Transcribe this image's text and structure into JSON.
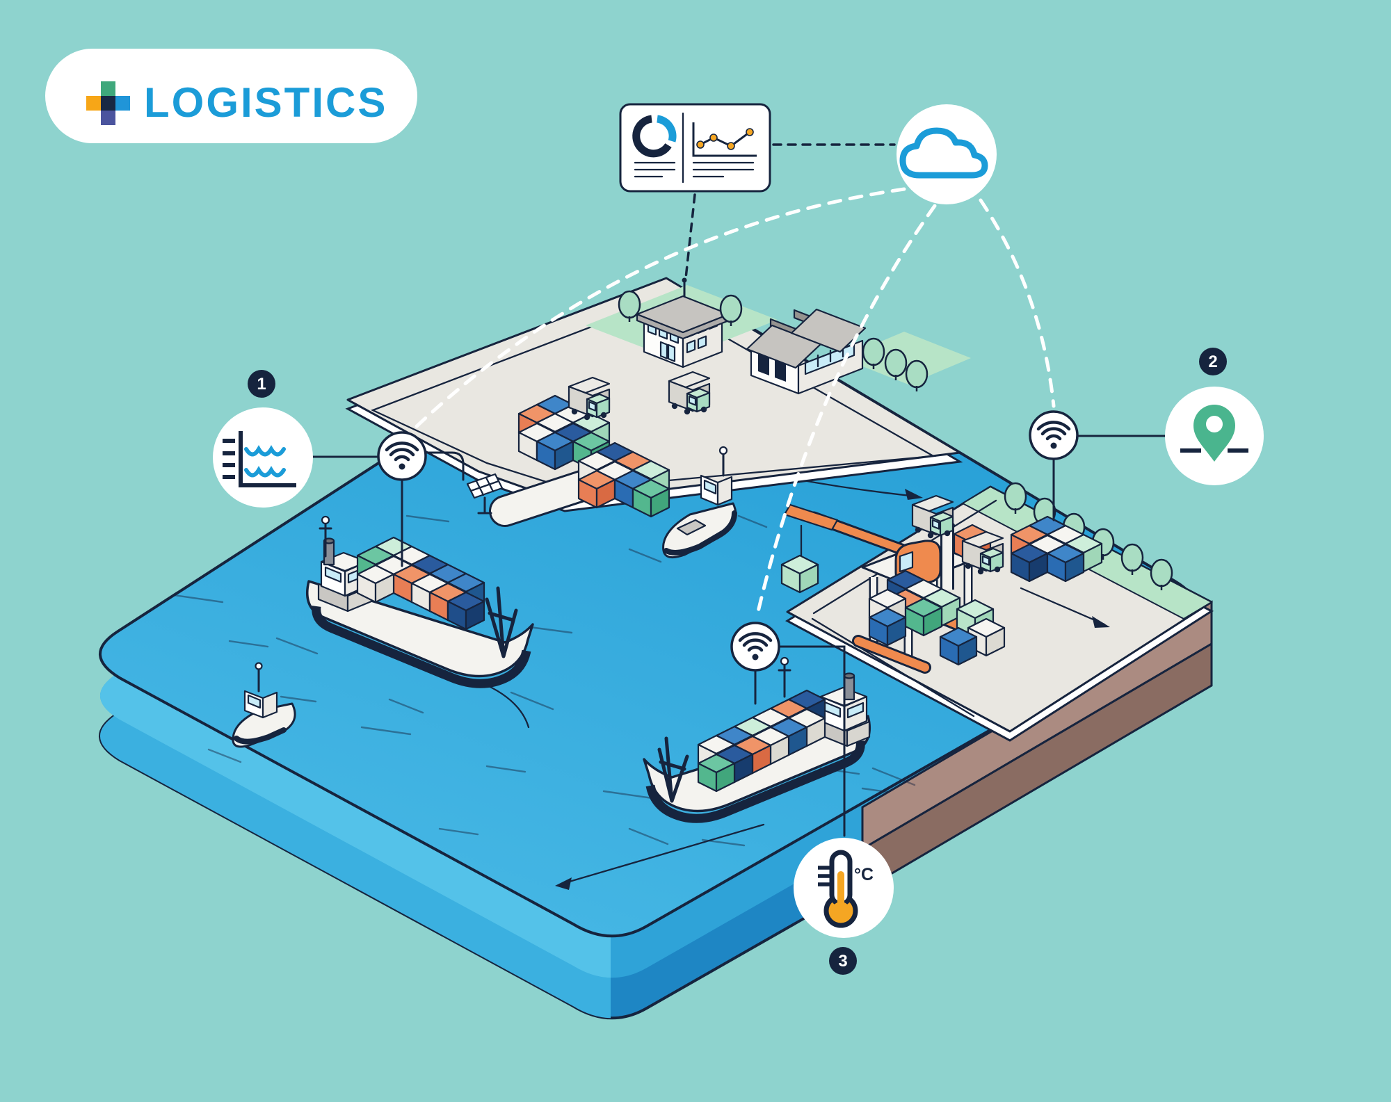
{
  "logo": {
    "title": "LOGISTICS",
    "title_color": "#1b9cd8",
    "mark": {
      "top": "#3fa87c",
      "left": "#f7a617",
      "center": "#182844",
      "right": "#2095d8",
      "bottom": "#4b549e"
    }
  },
  "palette": {
    "background": "#8ed3ce",
    "water_top": "#2ea7dc",
    "water_side_light": "#54c2e9",
    "water_side_dark": "#1e86c4",
    "outline_navy": "#16243e",
    "dock_gray": "#e9e7e1",
    "rim_white": "#ffffff",
    "grass_green": "#b7e4c7",
    "tree_green": "#a9ddc3",
    "earth_light": "#ab8b81",
    "earth_dark": "#8a6c62",
    "accent_blue": "#1b9cd8",
    "accent_orange": "#f5a623",
    "crane_orange": "#ef8a4e",
    "pin_green": "#4ab58e",
    "container_colors": [
      "#2a6cb3",
      "#1f4e8a",
      "#e87e55",
      "#eceae4",
      "#b9e4c9",
      "#53b78e"
    ]
  },
  "nodes": {
    "analytics_card": {
      "icon": "analytics-dashboard",
      "donut_colors": [
        "#16243e",
        "#1b9cd8"
      ],
      "line_color": "#16243e",
      "dot_color": "#f5a623"
    },
    "cloud": {
      "icon": "cloud",
      "color": "#1b9cd8"
    },
    "wifi_nodes": [
      {
        "icon": "wifi-signal"
      },
      {
        "icon": "wifi-signal"
      },
      {
        "icon": "wifi-signal"
      }
    ]
  },
  "markers": [
    {
      "number": "1",
      "icon": "water-level-chart"
    },
    {
      "number": "2",
      "icon": "location-pin"
    },
    {
      "number": "3",
      "icon": "thermometer",
      "unit": "°C"
    }
  ],
  "scene": {
    "elements": [
      "sea-platform",
      "quay-dock",
      "container-ship",
      "container-ship",
      "tugboat",
      "patrol-boat",
      "gantry-crane",
      "container-stacks",
      "cargo-trucks",
      "office-building",
      "warehouse",
      "trees",
      "pier-sensor"
    ]
  }
}
